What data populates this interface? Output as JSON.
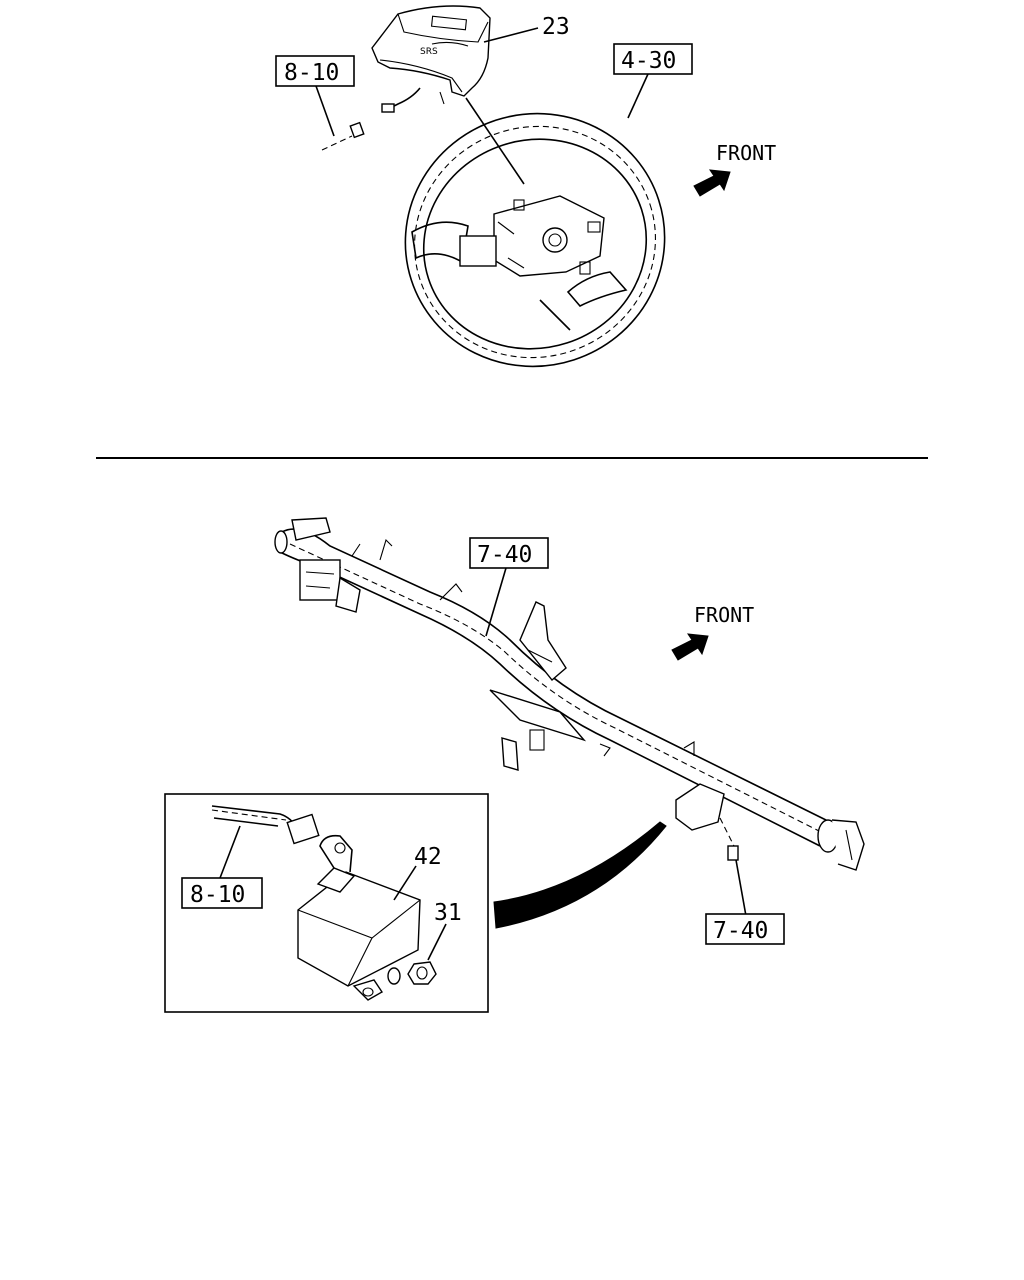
{
  "upper_view": {
    "callout_airbag": "23",
    "ref_harness": "8-10",
    "ref_steering_wheel": "4-30",
    "direction_label": "FRONT"
  },
  "lower_view": {
    "ref_crossmember": "7-40",
    "ref_bracket": "7-40",
    "direction_label": "FRONT",
    "detail": {
      "ref_harness": "8-10",
      "callout_unit": "42",
      "callout_nut": "31"
    }
  }
}
